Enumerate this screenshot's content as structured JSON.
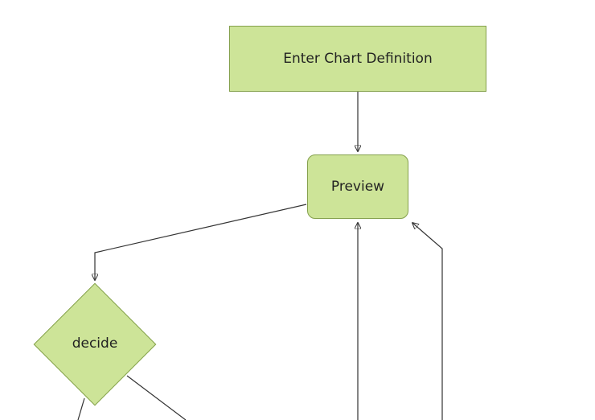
{
  "diagram": {
    "type": "flowchart",
    "background": "#ffffff",
    "node_fill": "#cde498",
    "node_border": "#84a04c",
    "edge_color": "#333333",
    "nodes": {
      "enter_chart_definition": {
        "label": "Enter Chart Definition",
        "shape": "rectangle"
      },
      "preview": {
        "label": "Preview",
        "shape": "rounded-rectangle"
      },
      "decide": {
        "label": "decide",
        "shape": "diamond"
      }
    },
    "edges": [
      {
        "from": "enter_chart_definition",
        "to": "preview",
        "arrow": true
      },
      {
        "from": "preview",
        "to": "decide",
        "arrow": true
      },
      {
        "from": "offscreen-bottom-center",
        "to": "preview",
        "arrow": true
      },
      {
        "from": "offscreen-bottom-right",
        "to": "preview",
        "arrow": true
      },
      {
        "from": "decide",
        "to": "offscreen-bottom-left",
        "arrow": false
      },
      {
        "from": "decide",
        "to": "offscreen-bottom-right",
        "arrow": false
      }
    ]
  }
}
